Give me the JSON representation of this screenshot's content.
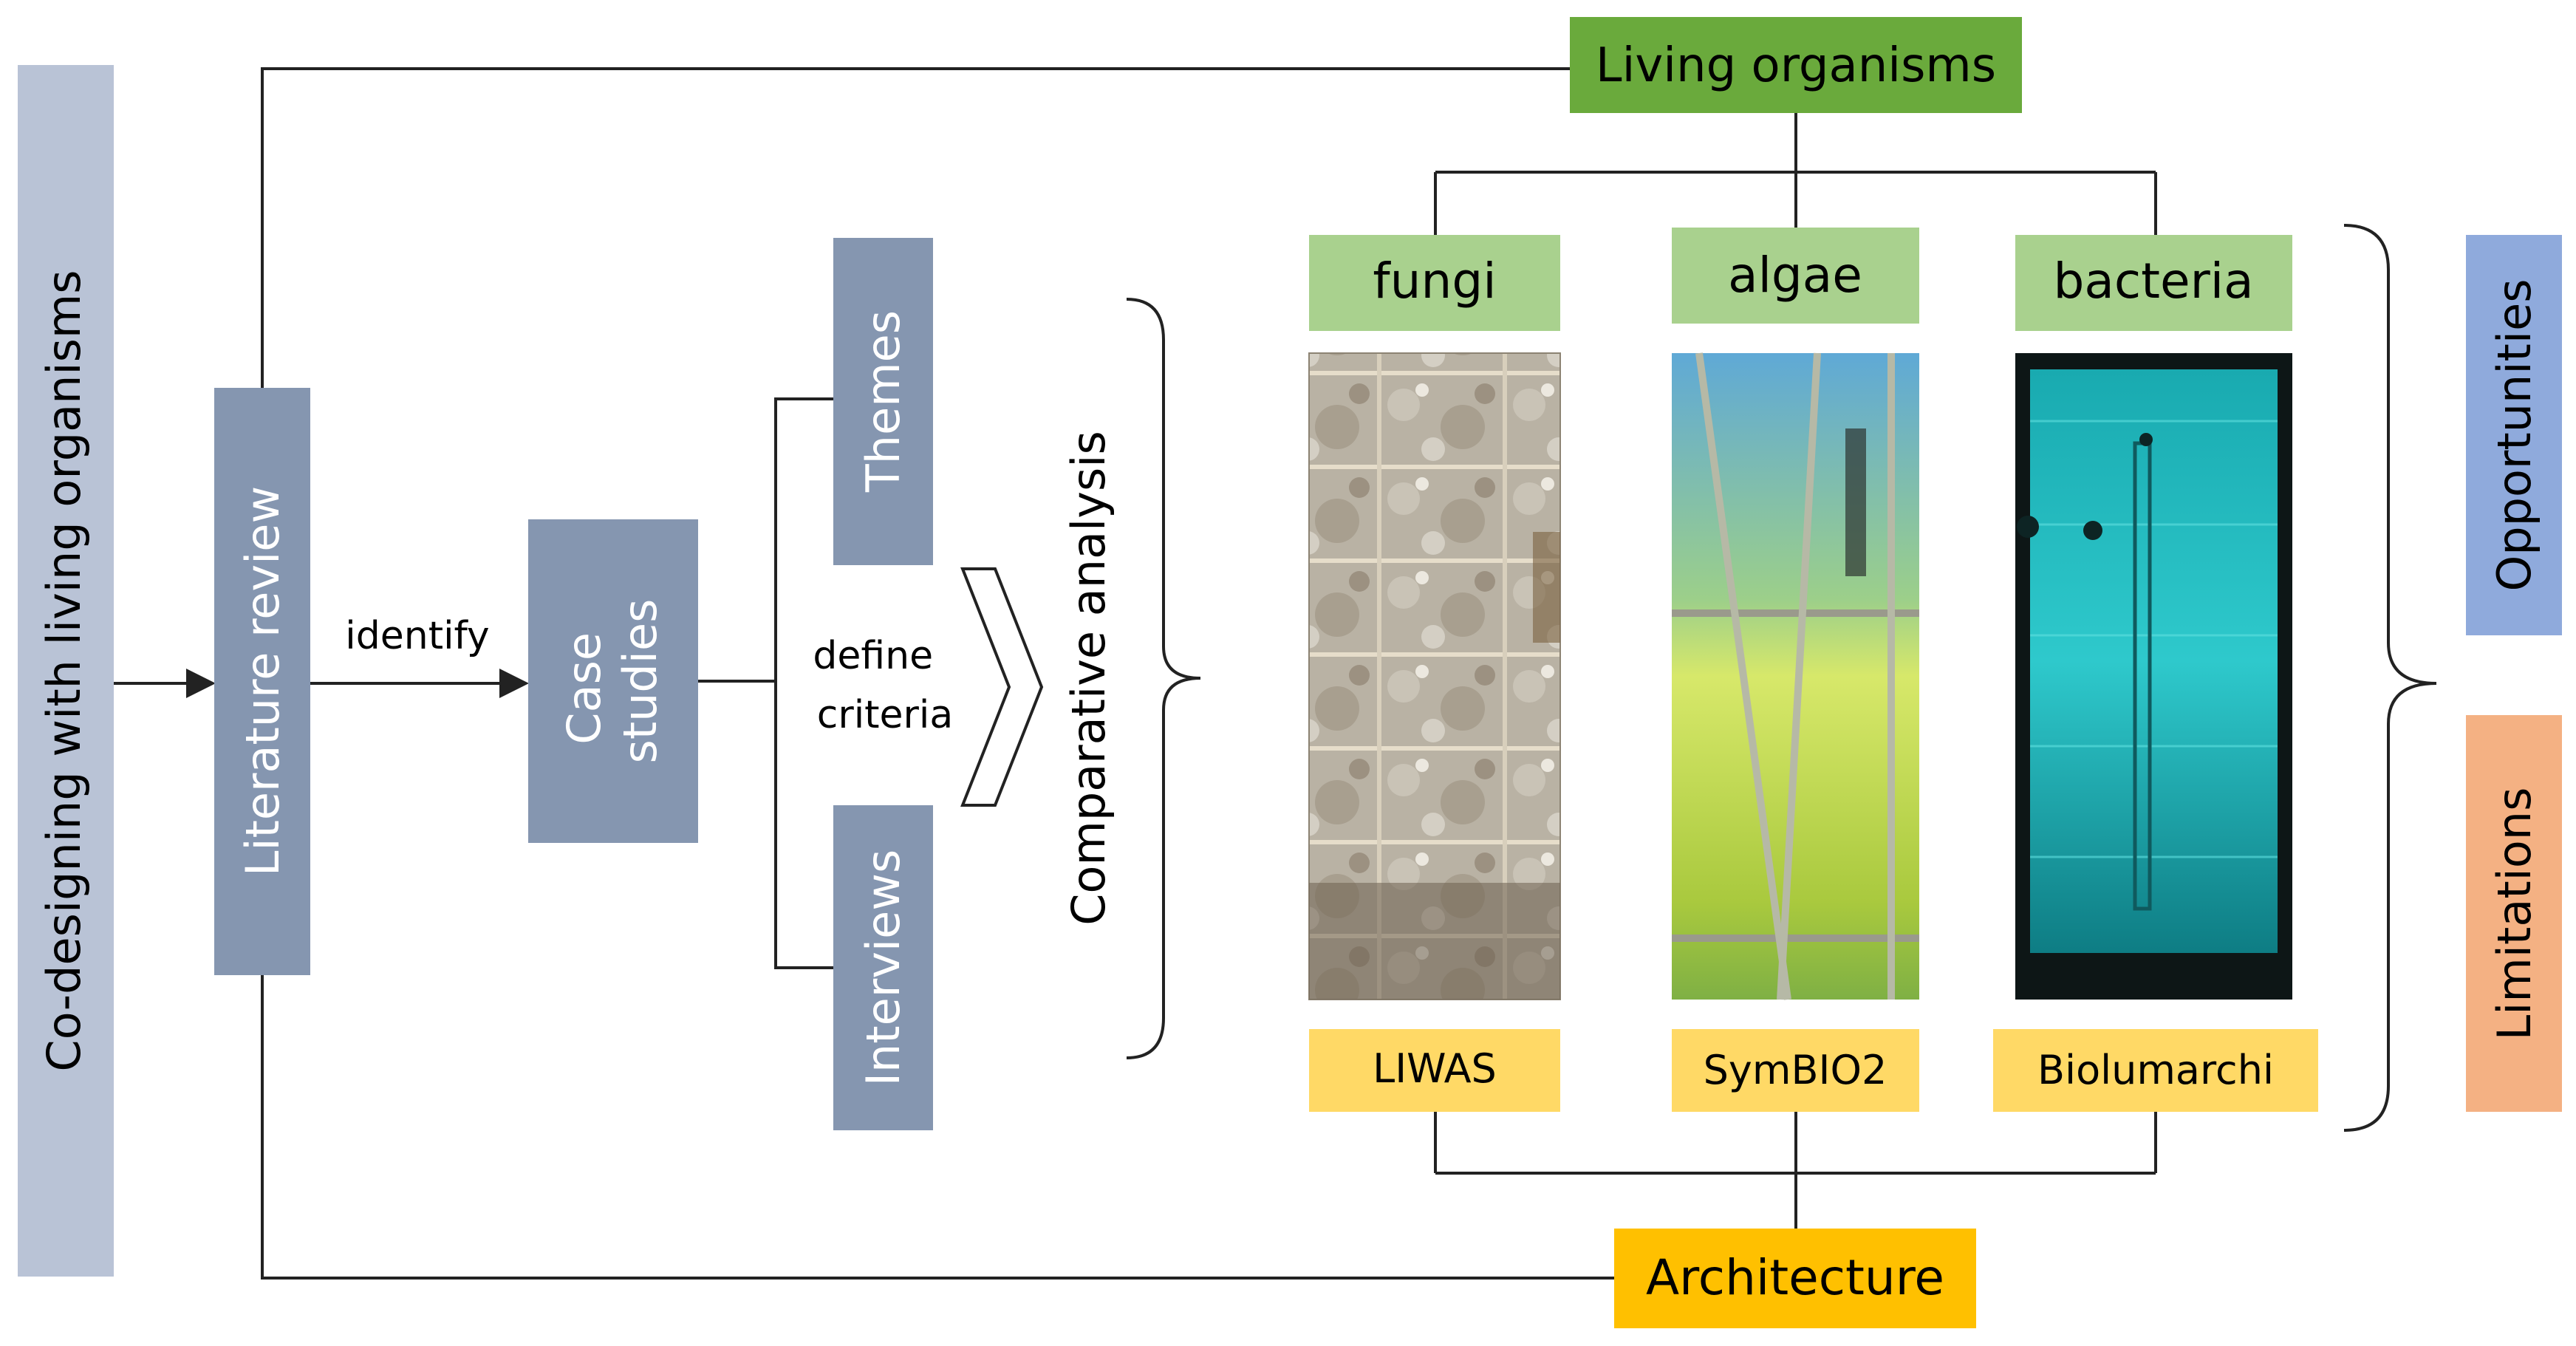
{
  "colors": {
    "side_box": "#b9c3d6",
    "slate_box": "#8596b0",
    "green_dark": "#6aaa3c",
    "green_light": "#a9d18e",
    "yellow": "#ffd966",
    "orange": "#ffc000",
    "blue_box": "#8faadc",
    "salmon_box": "#f4b183",
    "line": "#222222",
    "text": "#000000",
    "text_light": "#ffffff"
  },
  "left_label": "Co-designing with living organisms",
  "literature_review": "Literature review",
  "identify_label": "identify",
  "case_studies": [
    "Case",
    "studies"
  ],
  "themes": "Themes",
  "interviews": "Interviews",
  "define_criteria": [
    "define",
    "criteria"
  ],
  "comparative_analysis": "Comparative analysis",
  "living_organisms": "Living organisms",
  "organisms": [
    {
      "name": "fungi",
      "project": "LIWAS",
      "photo": "fungi-photo"
    },
    {
      "name": "algae",
      "project": "SymBIO2",
      "photo": "algae-photo"
    },
    {
      "name": "bacteria",
      "project": "Biolumarchi",
      "photo": "bacteria-photo"
    }
  ],
  "architecture": "Architecture",
  "opportunities": "Opportunities",
  "limitations": "Limitations"
}
